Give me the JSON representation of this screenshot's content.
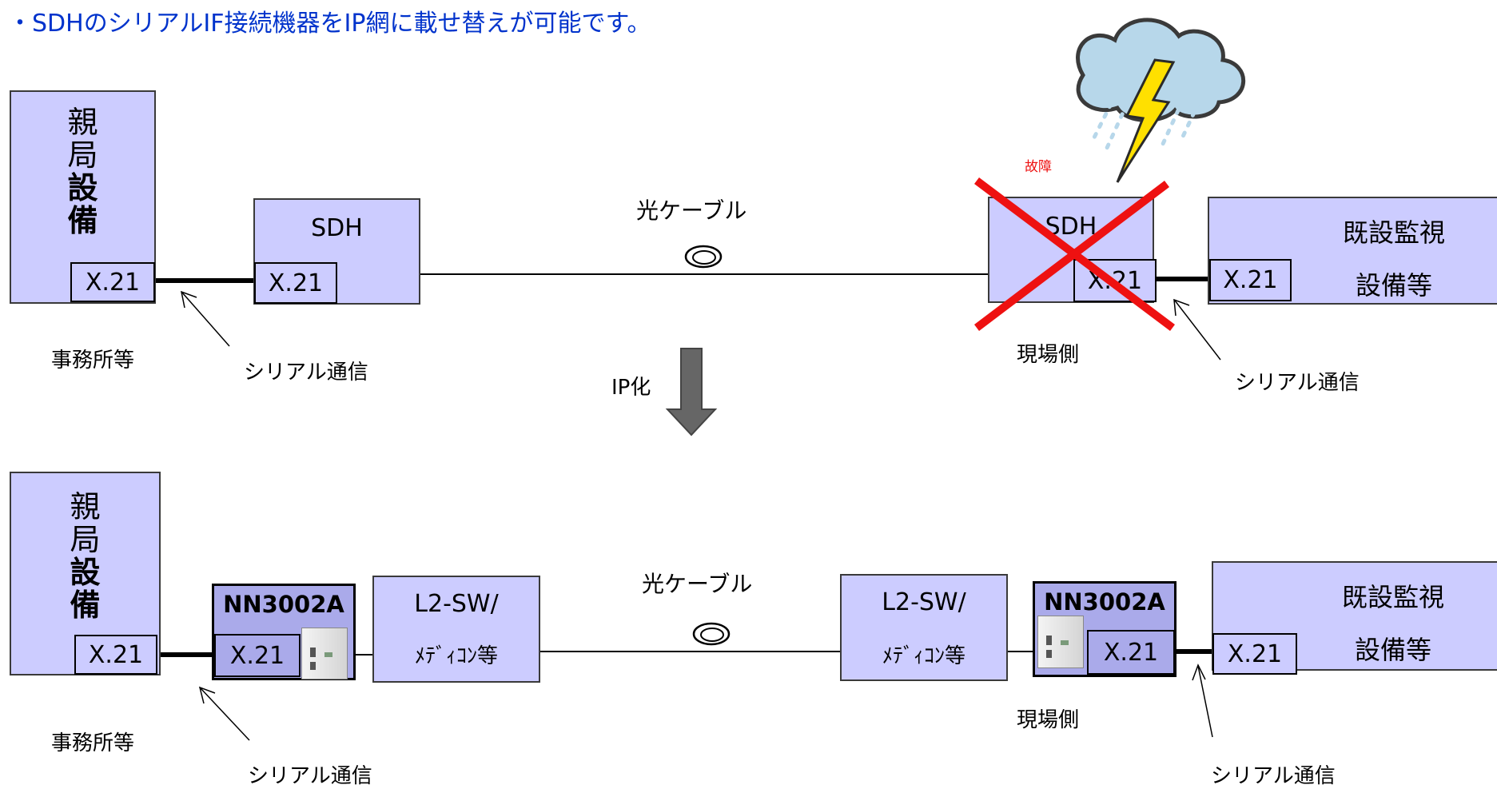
{
  "headline": "・SDHのシリアルIF接続機器をIP網に載せ替えが可能です。",
  "top": {
    "master": {
      "c1": "親",
      "c2": "局",
      "c3": "設",
      "c4": "備",
      "port": "X.21"
    },
    "office_label": "事務所等",
    "serial_left": "シリアル通信",
    "sdh_left": {
      "title": "SDH",
      "port": "X.21"
    },
    "cable": "光ケーブル",
    "failure": "故障",
    "sdh_right": {
      "title": "SDH",
      "port": "X.21"
    },
    "site_label": "現場側",
    "monitor": {
      "line1": "既設監視",
      "line2": "設備等",
      "port": "X.21"
    },
    "serial_right": "シリアル通信"
  },
  "transition": {
    "label": "IP化"
  },
  "bottom": {
    "master": {
      "c1": "親",
      "c2": "局",
      "c3": "設",
      "c4": "備",
      "port": "X.21"
    },
    "office_label": "事務所等",
    "serial_left": "シリアル通信",
    "nn_left": {
      "title": "NN3002A",
      "port": "X.21"
    },
    "l2_left": {
      "line1": "L2-SW/",
      "line2": "ﾒﾃﾞｨｺﾝ等"
    },
    "cable": "光ケーブル",
    "l2_right": {
      "line1": "L2-SW/",
      "line2": "ﾒﾃﾞｨｺﾝ等"
    },
    "nn_right": {
      "title": "NN3002A",
      "port": "X.21"
    },
    "site_label": "現場側",
    "monitor": {
      "line1": "既設監視",
      "line2": "設備等",
      "port": "X.21"
    },
    "serial_right": "シリアル通信"
  },
  "colors": {
    "box": "#ccccff",
    "box_dark": "#aaaaea",
    "headline": "#0033cc",
    "failure": "#ee1111"
  }
}
